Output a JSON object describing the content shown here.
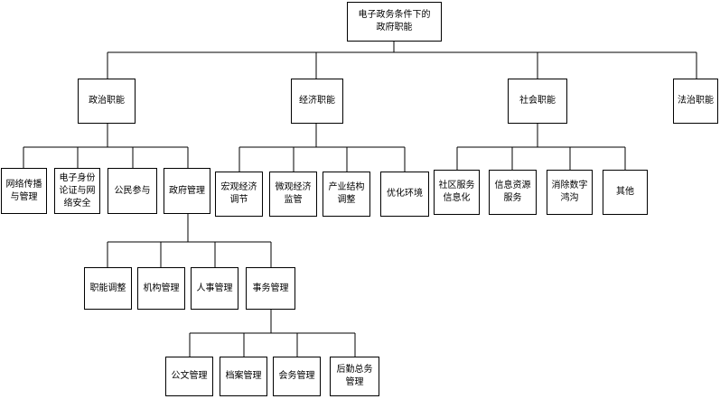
{
  "nodes": {
    "root": "电子政务条件下的\n政府职能",
    "political": "政治职能",
    "economic": "经济职能",
    "social": "社会职能",
    "legal": "法治职能",
    "net_comm": "网络传播\n与管理",
    "eid": "电子身份\n论证与网\n络安全",
    "citizen": "公民参与",
    "gov_mgmt": "政府管理",
    "macro": "宏观经济\n调节",
    "micro": "微观经济\n监管",
    "industry": "产业结构\n调整",
    "env": "优化环境",
    "community": "社区服务\n信息化",
    "info_service": "信息资源\n服务",
    "digital_divide": "消除数字\n鸿沟",
    "other": "其他",
    "func_adjust": "职能调整",
    "org_mgmt": "机构管理",
    "hr_mgmt": "人事管理",
    "affairs_mgmt": "事务管理",
    "doc_mgmt": "公文管理",
    "archive_mgmt": "档案管理",
    "meeting_mgmt": "会务管理",
    "logistics": "后勤总务\n管理"
  }
}
